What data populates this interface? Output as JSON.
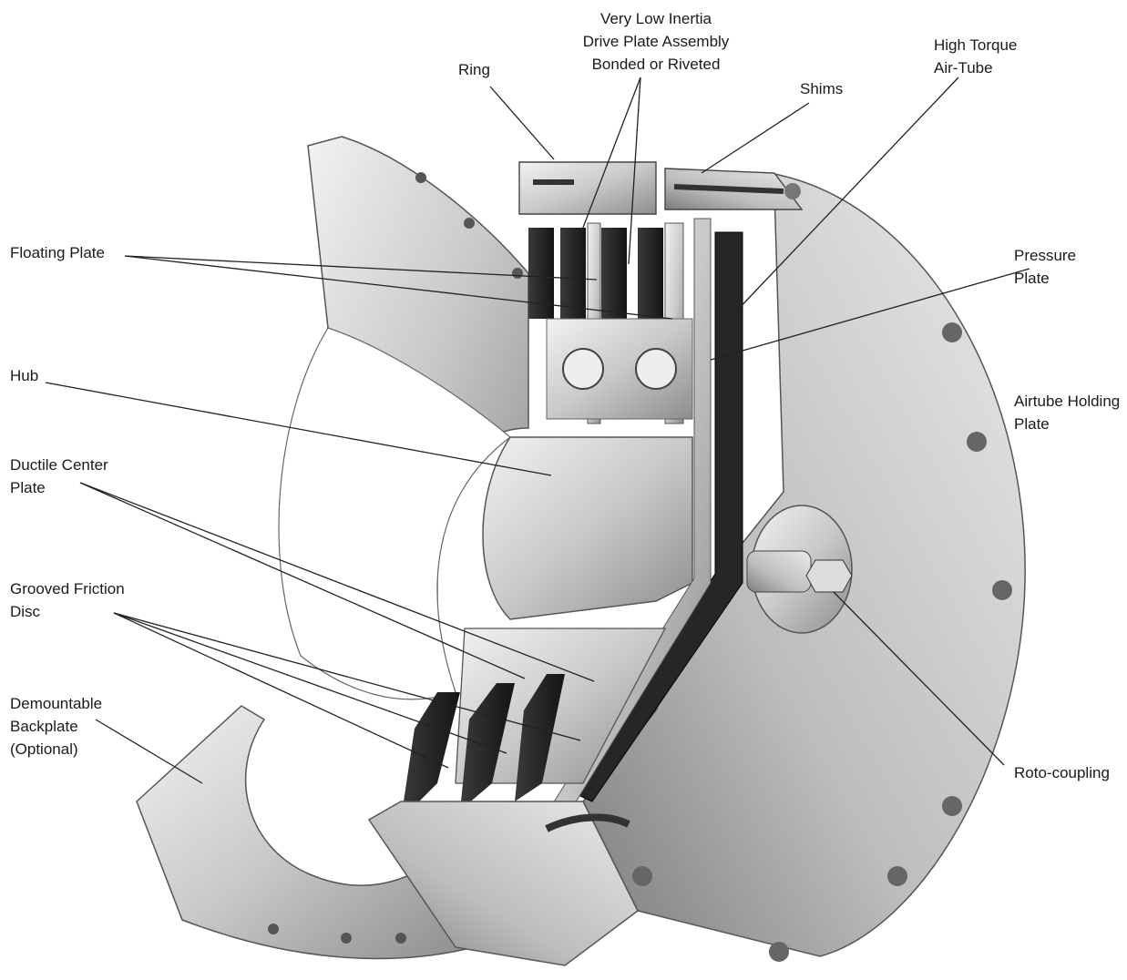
{
  "labels": {
    "drive_plate": [
      "Very Low Inertia",
      "Drive Plate Assembly",
      "Bonded or Riveted"
    ],
    "ring": [
      "Ring"
    ],
    "shims": [
      "Shims"
    ],
    "air_tube": [
      "High Torque",
      "Air-Tube"
    ],
    "floating_plate": [
      "Floating Plate"
    ],
    "pressure_plate": [
      "Pressure",
      "Plate"
    ],
    "hub": [
      "Hub"
    ],
    "airtube_holding_plate": [
      "Airtube Holding",
      "Plate"
    ],
    "ductile_center_plate": [
      "Ductile Center",
      "Plate"
    ],
    "grooved_friction_disc": [
      "Grooved Friction",
      "Disc"
    ],
    "demountable_backplate": [
      "Demountable",
      "Backplate",
      "(Optional)"
    ],
    "roto_coupling": [
      "Roto-coupling"
    ]
  }
}
